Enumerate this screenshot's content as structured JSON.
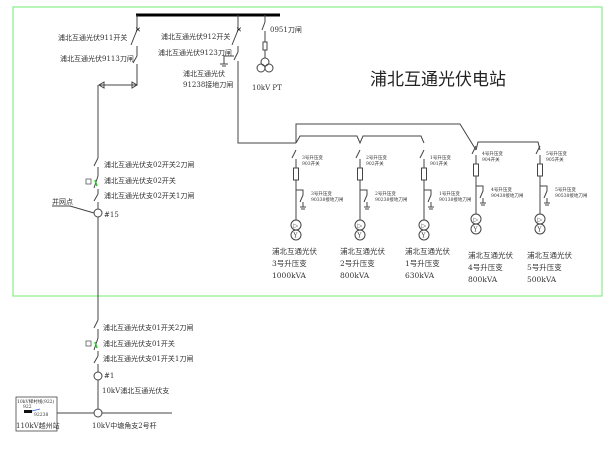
{
  "station": {
    "title": "浦北互通光伏电站",
    "frame_color": "#88f088",
    "breaker_indicator_color": "#22cc22"
  },
  "busbar": {
    "sw911": "浦北互通光伏911开关",
    "ds9113": "浦北互通光伏9113刀闸",
    "sw912": "浦北互通光伏912开关",
    "ds9123": "浦北互通光伏9123刀闸",
    "es91238_1": "浦北互通光伏",
    "es91238_2": "91238接地刀闸",
    "ds0951": "0951刀闸",
    "pt": "10kV PT"
  },
  "transformers": [
    {
      "sw1": "3号升压变",
      "sw2": "903开关",
      "es1": "3号升压变",
      "es2": "90338接地刀闸",
      "n1": "浦北互通光伏",
      "n2": "3号升压变",
      "cap": "1000kVA"
    },
    {
      "sw1": "2号升压变",
      "sw2": "902开关",
      "es1": "2号升压变",
      "es2": "90238接地刀闸",
      "n1": "浦北互通光伏",
      "n2": "2号升压变",
      "cap": "800kVA"
    },
    {
      "sw1": "1号升压变",
      "sw2": "901开关",
      "es1": "1号升压变",
      "es2": "90138接地刀闸",
      "n1": "浦北互通光伏",
      "n2": "1号升压变",
      "cap": "630kVA"
    },
    {
      "sw1": "4号升压变",
      "sw2": "904开关",
      "es1": "4号升压变",
      "es2": "90438接地刀闸",
      "n1": "浦北互通光伏",
      "n2": "4号升压变",
      "cap": "800kVA"
    },
    {
      "sw1": "5号升压变",
      "sw2": "905开关",
      "es1": "5号升压变",
      "es2": "90538接地刀闸",
      "n1": "浦北互通光伏",
      "n2": "5号升压变",
      "cap": "500kVA"
    }
  ],
  "branch02": {
    "ds2": "浦北互通光伏支02开关2刀闸",
    "sw": "浦北互通光伏支02开关",
    "ds1": "浦北互通光伏支02开关1刀闸",
    "grid_point": "并网点",
    "pole": "#15"
  },
  "branch01": {
    "ds2": "浦北互通光伏支01开关2刀闸",
    "sw": "浦北互通光伏支01开关",
    "ds1": "浦北互通光伏支01开关1刀闸",
    "pole": "#1",
    "line": "10kV浦北互通光伏支"
  },
  "substation": {
    "line_label": "10kV梯村线(922)",
    "sw_label": "922",
    "es_label": "92238",
    "name": "110kV越州站"
  },
  "tap_pole": "10kV中塘角支2号杆"
}
